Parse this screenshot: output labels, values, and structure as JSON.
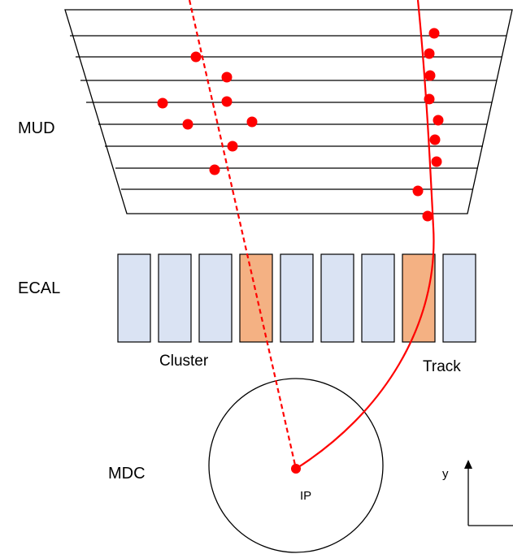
{
  "labels": {
    "mud": "MUD",
    "ecal": "ECAL",
    "mdc": "MDC",
    "cluster": "Cluster",
    "track": "Track",
    "ip": "IP",
    "y_axis": "y"
  },
  "colors": {
    "hit": "#ff0000",
    "track_line": "#ff0000",
    "cell_default": "#dae3f3",
    "cell_highlight": "#f4b183",
    "outline": "#000000"
  },
  "ecal": {
    "cell_count": 9,
    "highlighted_cells": [
      4,
      8
    ]
  }
}
